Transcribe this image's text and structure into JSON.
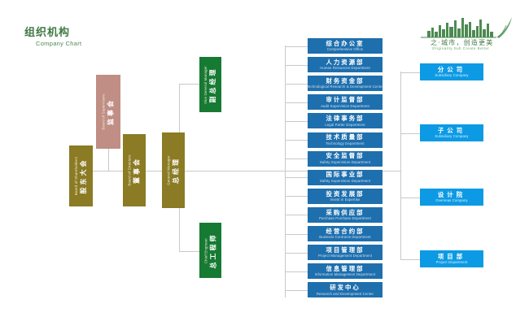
{
  "page": {
    "title_cn": "组织机构",
    "title_en": "Company Chart",
    "accent_green": "#3f7a43",
    "dept_blue": "#1e6fae",
    "subsidiary_blue": "#0c9ae4",
    "olive": "#8a7b24",
    "rose": "#c08e84",
    "exec_green": "#167a33",
    "line_color": "#c9c9c9"
  },
  "logo": {
    "name_cn": "之·城市，创造更美",
    "name_en": "Originality Sub   Create Better",
    "icon": "city-skyline-logo"
  },
  "governance": [
    {
      "cn": "监事会",
      "en": "Board of Supervisors",
      "color": "#c08e84"
    },
    {
      "cn": "股东大会",
      "en": "Board of Shareholders",
      "color": "#8a7b24"
    },
    {
      "cn": "董事会",
      "en": "Board of Directors",
      "color": "#8a7b24"
    },
    {
      "cn": "总经理",
      "en": "General Manager",
      "color": "#8a7b24"
    }
  ],
  "executives": [
    {
      "cn": "副总经理",
      "en": "Vice General Manager",
      "color": "#167a33"
    },
    {
      "cn": "总工程师",
      "en": "Chief Engineer",
      "color": "#167a33"
    }
  ],
  "departments": [
    {
      "cn": "综合办公室",
      "en": "Comprehensive Office"
    },
    {
      "cn": "人力资源部",
      "en": "Human Resources Department"
    },
    {
      "cn": "财务资金部",
      "en": "Technological Research & Development Center"
    },
    {
      "cn": "审计监督部",
      "en": "Audit Supervision Department"
    },
    {
      "cn": "法律事务部",
      "en": "Legal Parter Department"
    },
    {
      "cn": "技术质量部",
      "en": "Technology Department"
    },
    {
      "cn": "安全监督部",
      "en": "Safety Supervision Department"
    },
    {
      "cn": "国际事业部",
      "en": "Safety Supervision Department"
    },
    {
      "cn": "投资发展部",
      "en": "Invest in Expertise"
    },
    {
      "cn": "采购供应部",
      "en": "Purchase Purchase Department"
    },
    {
      "cn": "经营合约部",
      "en": "Business Contracts Department"
    },
    {
      "cn": "项目管理部",
      "en": "Project Management Department"
    },
    {
      "cn": "信息管理部",
      "en": "Information Management Department"
    },
    {
      "cn": "研发中心",
      "en": "Research and Development Center"
    }
  ],
  "subsidiaries": [
    {
      "cn": "分公司",
      "en": "Subsidiary Company"
    },
    {
      "cn": "子公司",
      "en": "Subsidiary Company"
    },
    {
      "cn": "设计院",
      "en": "Overseas Company"
    },
    {
      "cn": "项目部",
      "en": "Project Department"
    }
  ],
  "chart_data": {
    "type": "diagram",
    "title": "组织机构 Company Chart",
    "structure": "hierarchical organization chart",
    "levels": [
      {
        "level": 1,
        "nodes": [
          "股东大会 Board of Shareholders"
        ]
      },
      {
        "level": 2,
        "nodes": [
          "监事会 Board of Supervisors",
          "董事会 Board of Directors"
        ]
      },
      {
        "level": 3,
        "nodes": [
          "总经理 General Manager"
        ]
      },
      {
        "level": 4,
        "nodes": [
          "副总经理 Vice General Manager",
          "总工程师 Chief Engineer"
        ]
      },
      {
        "level": 5,
        "nodes": [
          "综合办公室 Comprehensive Office",
          "人力资源部 Human Resources Department",
          "财务资金部 Technological Research & Development Center",
          "审计监督部 Audit Supervision Department",
          "法律事务部 Legal Parter Department",
          "技术质量部 Technology Department",
          "安全监督部 Safety Supervision Department",
          "国际事业部 Safety Supervision Department",
          "投资发展部 Invest in Expertise",
          "采购供应部 Purchase Purchase Department",
          "经营合约部 Business Contracts Department",
          "项目管理部 Project Management Department",
          "信息管理部 Information Management Department",
          "研发中心 Research and Development Center"
        ]
      },
      {
        "level": 6,
        "nodes": [
          "分公司 Subsidiary Company",
          "子公司 Subsidiary Company",
          "设计院 Overseas Company",
          "项目部 Project Department"
        ]
      }
    ]
  }
}
